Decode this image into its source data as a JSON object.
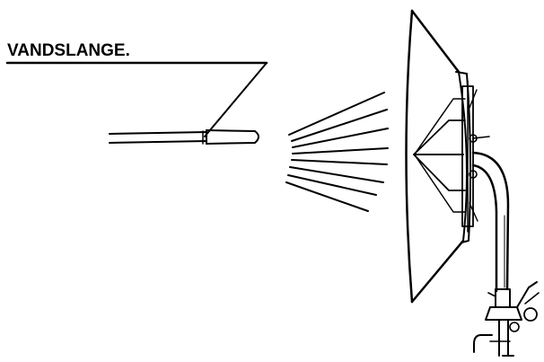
{
  "diagram": {
    "label": "VANDSLANGE.",
    "line_color": "#000000",
    "background": "#ffffff",
    "parts": [
      "hose-nozzle",
      "water-spray",
      "satellite-dish",
      "feed-arm",
      "mount-bracket"
    ]
  }
}
